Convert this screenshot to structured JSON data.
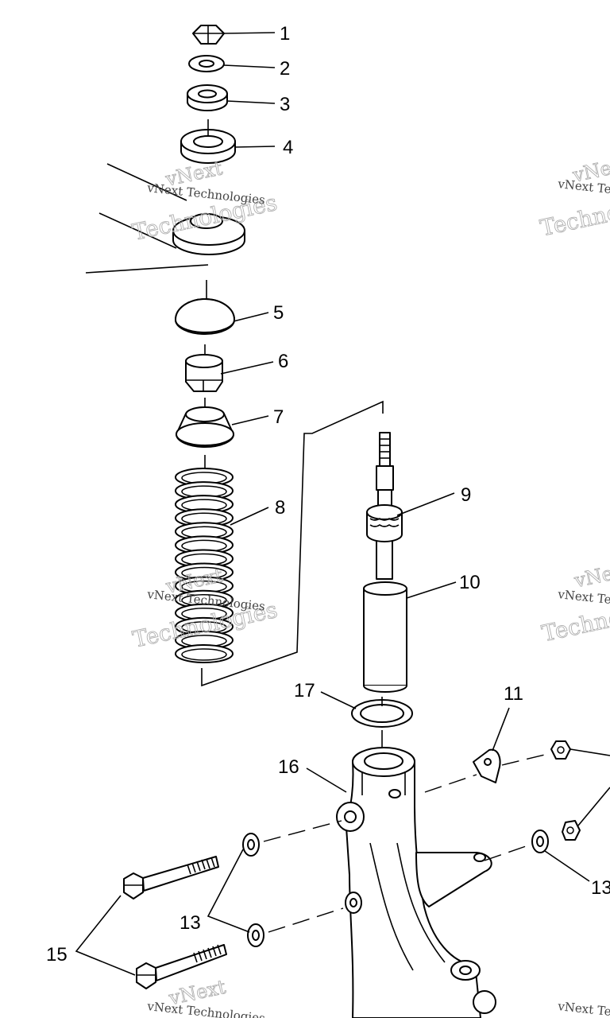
{
  "diagram": {
    "callouts": [
      {
        "id": "1",
        "label": "1"
      },
      {
        "id": "2",
        "label": "2"
      },
      {
        "id": "3",
        "label": "3"
      },
      {
        "id": "4",
        "label": "4"
      },
      {
        "id": "5",
        "label": "5"
      },
      {
        "id": "6",
        "label": "6"
      },
      {
        "id": "7",
        "label": "7"
      },
      {
        "id": "8",
        "label": "8"
      },
      {
        "id": "9",
        "label": "9"
      },
      {
        "id": "10",
        "label": "10"
      },
      {
        "id": "11",
        "label": "11"
      },
      {
        "id": "13a",
        "label": "13"
      },
      {
        "id": "13b",
        "label": "13"
      },
      {
        "id": "15",
        "label": "15"
      },
      {
        "id": "16",
        "label": "16"
      },
      {
        "id": "17",
        "label": "17"
      }
    ]
  },
  "watermark": {
    "brand_top": "vNext",
    "brand_bottom": "Technologies",
    "caption": "vNext Technologies"
  }
}
